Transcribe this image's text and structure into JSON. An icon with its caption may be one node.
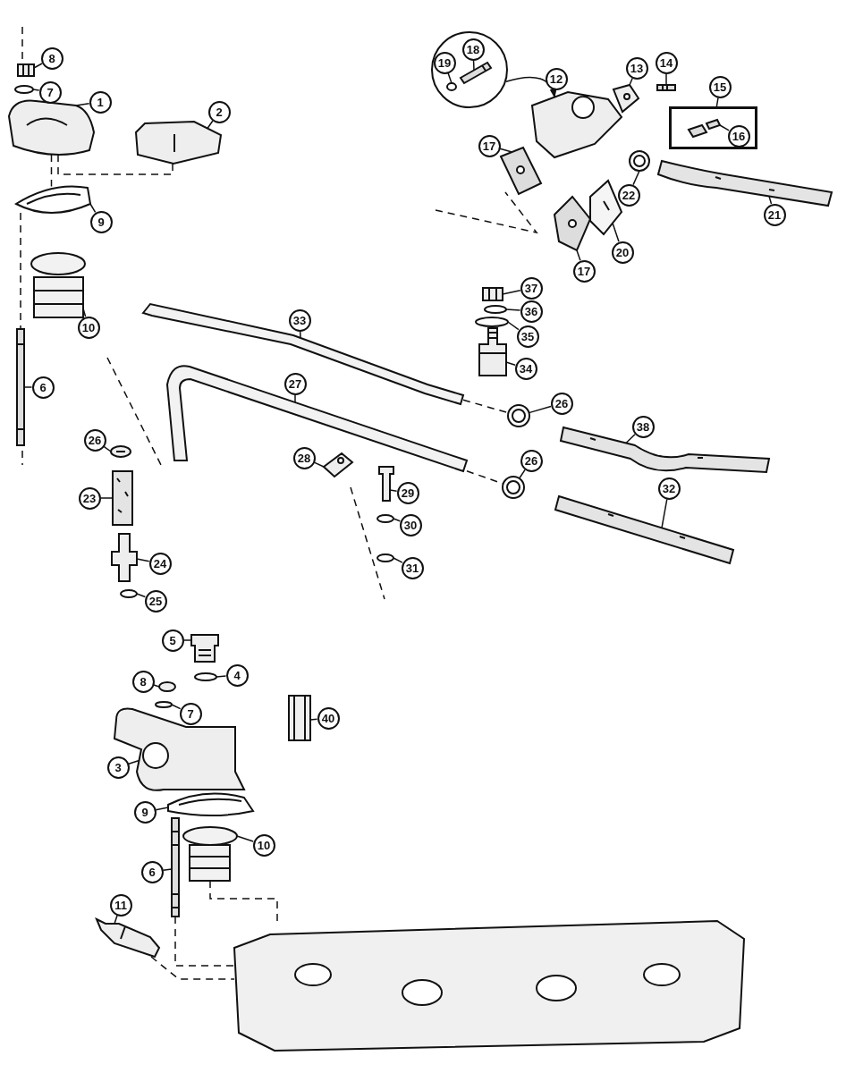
{
  "diagram": {
    "nodes": [
      {
        "text": [
          "8"
        ]
      },
      {
        "text": [
          "7"
        ]
      },
      {
        "text": [
          "1"
        ]
      },
      {
        "text": [
          "2"
        ]
      },
      {
        "text": [],
        "shape": "circle"
      },
      {
        "text": [
          "19"
        ],
        "in": 4
      },
      {
        "text": [
          "18"
        ],
        "in": 4
      },
      {
        "text": [
          "12"
        ]
      },
      {
        "text": [
          "13"
        ]
      },
      {
        "text": [
          "14"
        ]
      },
      {
        "text": [
          "15"
        ]
      },
      {
        "text": [],
        "shape": "box"
      },
      {
        "text": [
          "16"
        ],
        "in": 11
      },
      {
        "text": [
          "17"
        ]
      },
      {
        "text": [
          "22"
        ]
      },
      {
        "text": [
          "21"
        ]
      },
      {
        "text": [
          "9"
        ]
      },
      {
        "text": [
          "20"
        ]
      },
      {
        "text": [
          "17"
        ]
      },
      {
        "text": [
          "37"
        ]
      },
      {
        "text": [
          "36"
        ]
      },
      {
        "text": [
          "35"
        ]
      },
      {
        "text": [
          "10"
        ]
      },
      {
        "text": [
          "33"
        ]
      },
      {
        "text": [
          "34"
        ]
      },
      {
        "text": [
          "6"
        ]
      },
      {
        "text": [
          "27"
        ]
      },
      {
        "text": [
          "26"
        ]
      },
      {
        "text": [
          "38"
        ]
      },
      {
        "text": [
          "26"
        ]
      },
      {
        "text": [
          "28"
        ]
      },
      {
        "text": [
          "26"
        ]
      },
      {
        "text": [
          "23"
        ]
      },
      {
        "text": [
          "29"
        ]
      },
      {
        "text": [
          "32"
        ]
      },
      {
        "text": [
          "30"
        ]
      },
      {
        "text": [
          "31"
        ]
      },
      {
        "text": [
          "24"
        ]
      },
      {
        "text": [
          "25"
        ]
      },
      {
        "text": [
          "5"
        ]
      },
      {
        "text": [
          "4"
        ]
      },
      {
        "text": [
          "8"
        ]
      },
      {
        "text": [
          "7"
        ]
      },
      {
        "text": [
          "40"
        ]
      },
      {
        "text": [
          "3"
        ]
      },
      {
        "text": [
          "9"
        ]
      },
      {
        "text": [
          "10"
        ]
      },
      {
        "text": [
          "6"
        ]
      },
      {
        "text": [
          "11"
        ]
      },
      {
        "text": [],
        "shape": "picture"
      },
      {
        "text": [],
        "shape": "picture"
      },
      {
        "text": [],
        "shape": "picture"
      },
      {
        "text": [],
        "shape": "picture"
      },
      {
        "text": [],
        "shape": "picture",
        "in": 4
      },
      {
        "text": [],
        "shape": "picture",
        "in": 4
      },
      {
        "text": [],
        "shape": "picture"
      },
      {
        "text": [],
        "shape": "picture"
      },
      {
        "text": [],
        "shape": "picture"
      },
      {
        "text": [],
        "shape": "picture",
        "in": 11
      },
      {
        "text": [],
        "shape": "picture"
      },
      {
        "text": [],
        "shape": "picture"
      },
      {
        "text": [],
        "shape": "picture"
      },
      {
        "text": [],
        "shape": "picture"
      },
      {
        "text": [],
        "shape": "picture"
      },
      {
        "text": [],
        "shape": "picture"
      },
      {
        "text": [],
        "shape": "picture"
      },
      {
        "text": [],
        "shape": "picture"
      },
      {
        "text": [],
        "shape": "picture"
      },
      {
        "text": [],
        "shape": "picture"
      },
      {
        "text": [],
        "shape": "picture"
      },
      {
        "text": [],
        "shape": "picture"
      },
      {
        "text": [],
        "shape": "picture"
      },
      {
        "text": [],
        "shape": "picture"
      },
      {
        "text": [],
        "shape": "picture"
      },
      {
        "text": [],
        "shape": "picture"
      },
      {
        "text": [],
        "shape": "picture"
      },
      {
        "text": [],
        "shape": "picture"
      },
      {
        "text": [],
        "shape": "picture"
      },
      {
        "text": [],
        "shape": "picture"
      },
      {
        "text": [],
        "shape": "picture"
      },
      {
        "text": [],
        "shape": "picture"
      },
      {
        "text": [],
        "shape": "picture"
      },
      {
        "text": [],
        "shape": "picture"
      },
      {
        "text": [],
        "shape": "picture"
      },
      {
        "text": [],
        "shape": "picture"
      },
      {
        "text": [],
        "shape": "picture"
      },
      {
        "text": [],
        "shape": "picture"
      },
      {
        "text": [],
        "shape": "picture"
      },
      {
        "text": [],
        "shape": "picture"
      },
      {
        "text": [],
        "shape": "picture"
      },
      {
        "text": [],
        "shape": "picture"
      },
      {
        "text": [],
        "shape": "picture"
      },
      {
        "text": [],
        "shape": "picture"
      },
      {
        "text": [],
        "shape": "picture"
      },
      {
        "text": [],
        "shape": "picture"
      },
      {
        "text": [],
        "shape": "picture"
      }
    ],
    "edges": [
      {
        "from": 0,
        "to": 49,
        "arrow": "none"
      },
      {
        "from": 1,
        "to": 50,
        "arrow": "none"
      },
      {
        "from": 2,
        "to": 51,
        "arrow": "none"
      },
      {
        "from": 3,
        "to": 52,
        "arrow": "none"
      },
      {
        "from": 4,
        "to": 55,
        "arrow": "to"
      },
      {
        "from": 5,
        "to": 53,
        "arrow": "none"
      },
      {
        "from": 6,
        "to": 54,
        "arrow": "none"
      },
      {
        "from": 7,
        "to": 55,
        "arrow": "none"
      },
      {
        "from": 8,
        "to": 56,
        "arrow": "none"
      },
      {
        "from": 9,
        "to": 57,
        "arrow": "none"
      },
      {
        "from": 10,
        "to": 11,
        "arrow": "none"
      },
      {
        "from": 12,
        "to": 58,
        "arrow": "none"
      },
      {
        "from": 13,
        "to": 59,
        "arrow": "none"
      },
      {
        "from": 14,
        "to": 60,
        "arrow": "none"
      },
      {
        "from": 15,
        "to": 61,
        "arrow": "none"
      },
      {
        "from": 16,
        "to": 62,
        "arrow": "none"
      },
      {
        "from": 17,
        "to": 63,
        "arrow": "none"
      },
      {
        "from": 18,
        "to": 64,
        "arrow": "none"
      },
      {
        "from": 19,
        "to": 65,
        "arrow": "none"
      },
      {
        "from": 20,
        "to": 66,
        "arrow": "none"
      },
      {
        "from": 21,
        "to": 67,
        "arrow": "none"
      },
      {
        "from": 22,
        "to": 68,
        "arrow": "none"
      },
      {
        "from": 23,
        "to": 69,
        "arrow": "none"
      },
      {
        "from": 24,
        "to": 70,
        "arrow": "none"
      },
      {
        "from": 25,
        "to": 71,
        "arrow": "none"
      },
      {
        "from": 26,
        "to": 72,
        "arrow": "none"
      },
      {
        "from": 27,
        "to": 73,
        "arrow": "none"
      },
      {
        "from": 28,
        "to": 74,
        "arrow": "none"
      },
      {
        "from": 29,
        "to": 75,
        "arrow": "none"
      },
      {
        "from": 30,
        "to": 76,
        "arrow": "none"
      },
      {
        "from": 31,
        "to": 77,
        "arrow": "none"
      },
      {
        "from": 32,
        "to": 78,
        "arrow": "none"
      },
      {
        "from": 33,
        "to": 79,
        "arrow": "none"
      },
      {
        "from": 34,
        "to": 80,
        "arrow": "none"
      },
      {
        "from": 35,
        "to": 81,
        "arrow": "none"
      },
      {
        "from": 36,
        "to": 82,
        "arrow": "none"
      },
      {
        "from": 37,
        "to": 83,
        "arrow": "none"
      },
      {
        "from": 38,
        "to": 84,
        "arrow": "none"
      },
      {
        "from": 39,
        "to": 85,
        "arrow": "none"
      },
      {
        "from": 40,
        "to": 86,
        "arrow": "none"
      },
      {
        "from": 41,
        "to": 87,
        "arrow": "none"
      },
      {
        "from": 42,
        "to": 88,
        "arrow": "none"
      },
      {
        "from": 43,
        "to": 89,
        "arrow": "none"
      },
      {
        "from": 44,
        "to": 90,
        "arrow": "none"
      },
      {
        "from": 45,
        "to": 91,
        "arrow": "none"
      },
      {
        "from": 46,
        "to": 92,
        "arrow": "none"
      },
      {
        "from": 47,
        "to": 93,
        "arrow": "none"
      },
      {
        "from": 48,
        "to": 94,
        "arrow": "none"
      },
      {
        "from": 51,
        "to": 62,
        "arrow": "none",
        "style": "dashed"
      },
      {
        "from": 52,
        "to": 51,
        "arrow": "none",
        "style": "dashed"
      },
      {
        "from": 62,
        "to": 71,
        "arrow": "none",
        "style": "dashed"
      },
      {
        "from": 69,
        "to": 73,
        "arrow": "none",
        "style": "dashed"
      },
      {
        "from": 72,
        "to": 77,
        "arrow": "none",
        "style": "dashed"
      },
      {
        "from": 92,
        "to": 95,
        "arrow": "none",
        "style": "dashed"
      },
      {
        "from": 93,
        "to": 95,
        "arrow": "none",
        "style": "dashed"
      },
      {
        "from": 94,
        "to": 95,
        "arrow": "none",
        "style": "dashed"
      }
    ]
  }
}
